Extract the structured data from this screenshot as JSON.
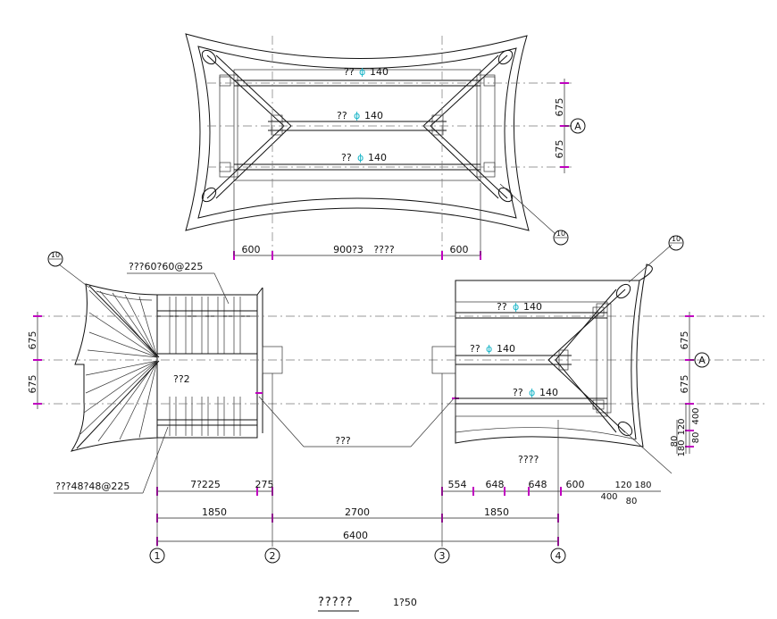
{
  "top_plan": {
    "labels": [
      "?? ",
      "?? ",
      "?? "
    ],
    "dia": "ϕ",
    "dia_vals": [
      "140",
      "140",
      "140"
    ],
    "dim_right": [
      "675",
      "675"
    ],
    "axis_mark": "A",
    "detail_mark": "10",
    "dim_bottom": [
      "600",
      "900?3",
      "????",
      "600"
    ]
  },
  "left_plan": {
    "detail_mark": "10",
    "note_top": "???60?60@225",
    "note_bottom": "???48?48@225",
    "center_label": "??2",
    "dim_left": [
      "675",
      "675"
    ],
    "dim_bottom": [
      "7?225",
      "275"
    ]
  },
  "middle_label": "???",
  "right_plan": {
    "detail_mark": "10",
    "labels": [
      "?? ",
      "?? ",
      "?? "
    ],
    "dia": "ϕ",
    "dia_vals": [
      "140",
      "140",
      "140"
    ],
    "axis_mark": "A",
    "dim_right": [
      "675",
      "675"
    ],
    "dim_right_small": [
      "400",
      "120",
      "80",
      "180",
      "80"
    ],
    "bottom_label": "????",
    "dim_bottom": [
      "554",
      "648",
      "648",
      "600",
      "400",
      "120",
      "180",
      "80"
    ]
  },
  "overall_dims": {
    "row1": [
      "1850",
      "2700",
      "1850"
    ],
    "row2": [
      "6400"
    ]
  },
  "axes": [
    "1",
    "2",
    "3",
    "4"
  ],
  "caption": {
    "title": "?????",
    "scale": "1?50"
  },
  "colors": {
    "line": "#111111",
    "dimension_tick": "#c000c0",
    "diameter_symbol": "#19b5c8"
  }
}
